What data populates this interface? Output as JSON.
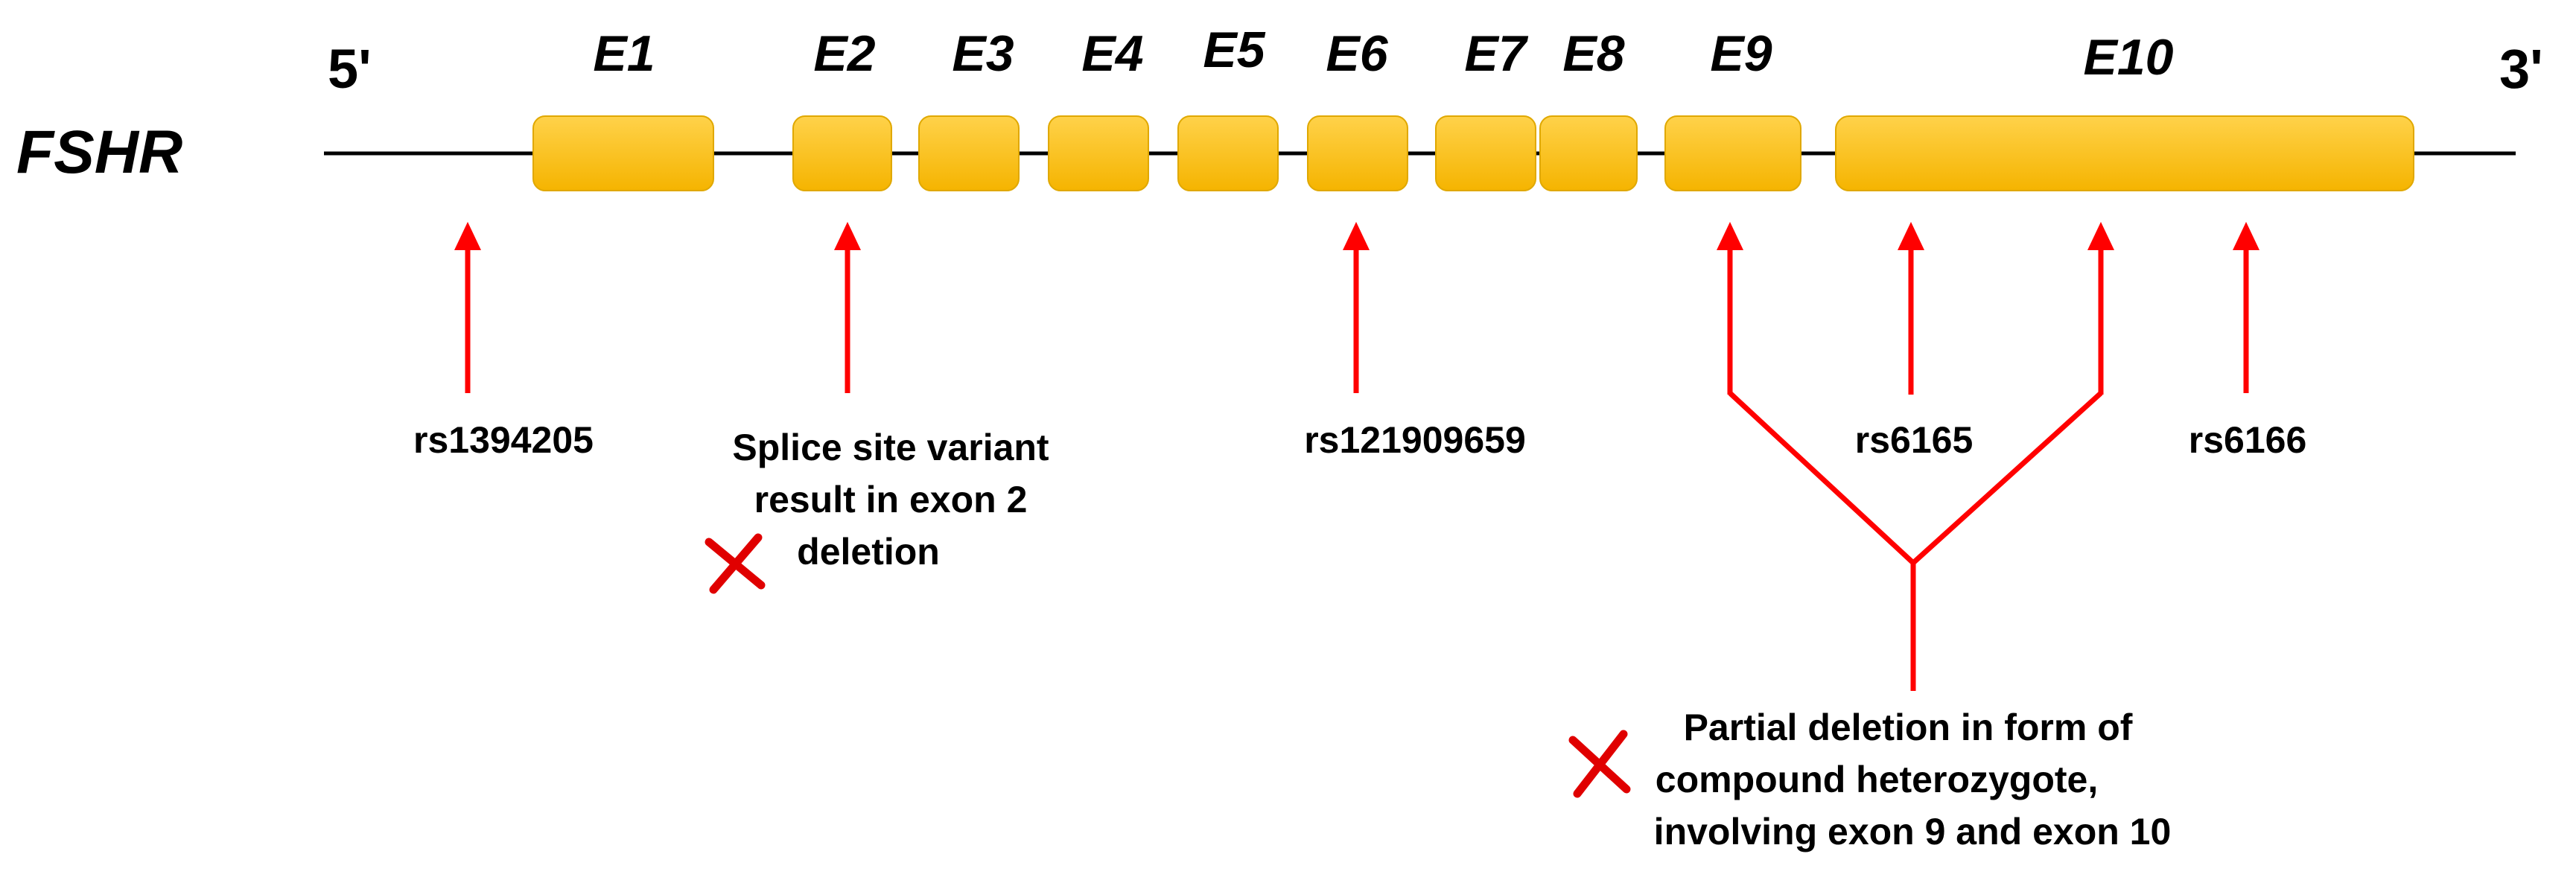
{
  "gene": {
    "name": "FSHR",
    "five_prime": "5'",
    "three_prime": "3'"
  },
  "exons": [
    {
      "label": "E1"
    },
    {
      "label": "E2"
    },
    {
      "label": "E3"
    },
    {
      "label": "E4"
    },
    {
      "label": "E5"
    },
    {
      "label": "E6"
    },
    {
      "label": "E7"
    },
    {
      "label": "E8"
    },
    {
      "label": "E9"
    },
    {
      "label": "E10"
    }
  ],
  "variants": {
    "rs1394205": "rs1394205",
    "exon2_splice": [
      "Splice site variant",
      "result in exon 2",
      "deletion"
    ],
    "rs121909659": "rs121909659",
    "rs6165": "rs6165",
    "rs6166": "rs6166",
    "partial_deletion": [
      "Partial deletion in form of",
      "compound heterozygote,",
      "involving exon 9 and exon 10"
    ]
  },
  "colors": {
    "exon_fill": "#FFC000",
    "exon_stroke": "#E0A800",
    "arrow": "#FF0000",
    "line": "#000000"
  },
  "icons": {
    "deletion_mark": "cross-mark-icon"
  }
}
